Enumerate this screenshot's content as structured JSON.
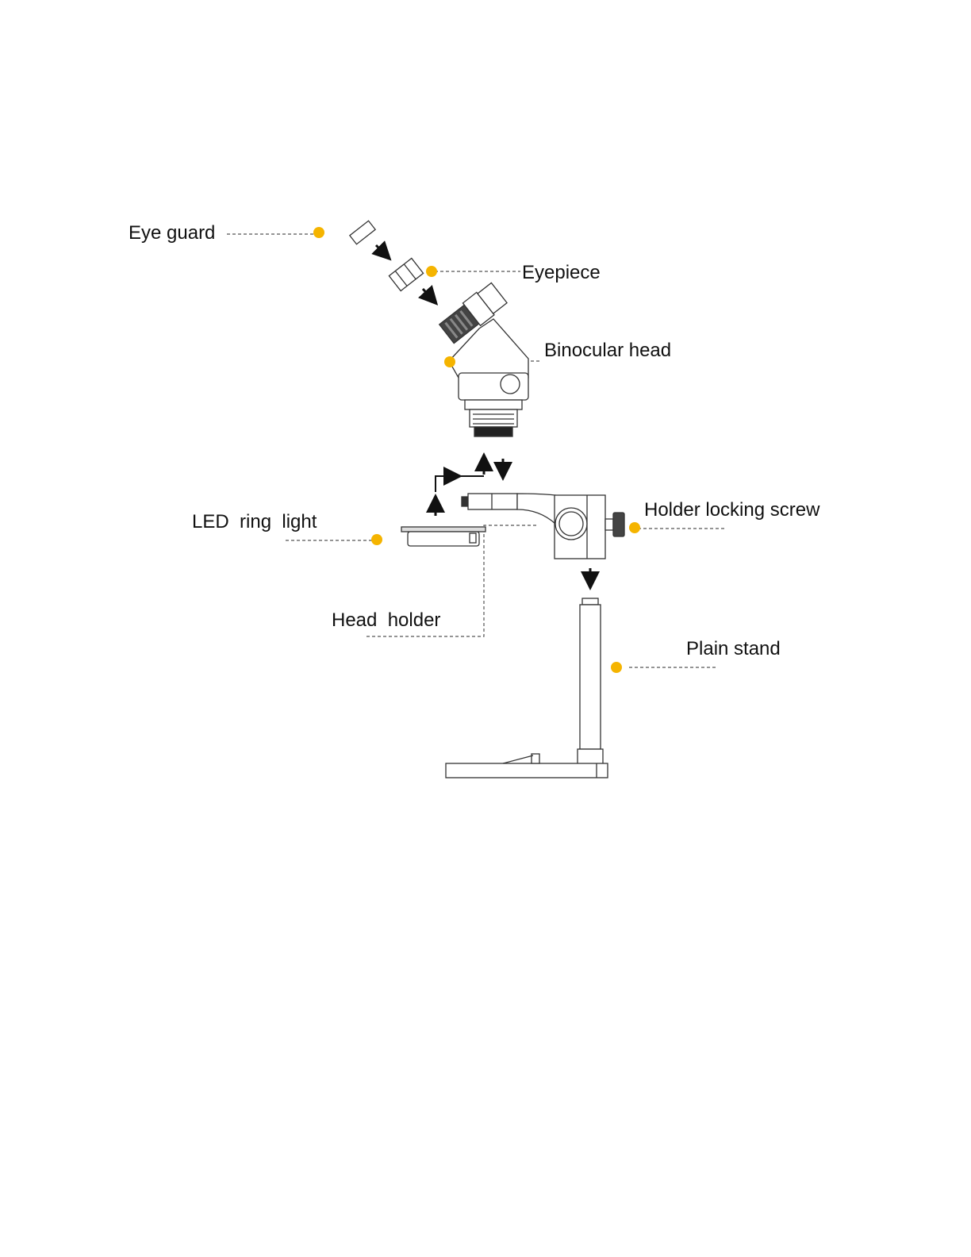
{
  "diagram": {
    "labels": {
      "eye_guard": "Eye guard",
      "eyepiece": "Eyepiece",
      "binocular_head": "Binocular head",
      "led_ring_light": "LED  ring  light",
      "holder_locking_screw": "Holder locking screw",
      "head_holder": "Head  holder",
      "plain_stand": "Plain stand"
    },
    "colors": {
      "marker": "#F5B400",
      "line": "#333333",
      "leader": "#555555"
    }
  }
}
